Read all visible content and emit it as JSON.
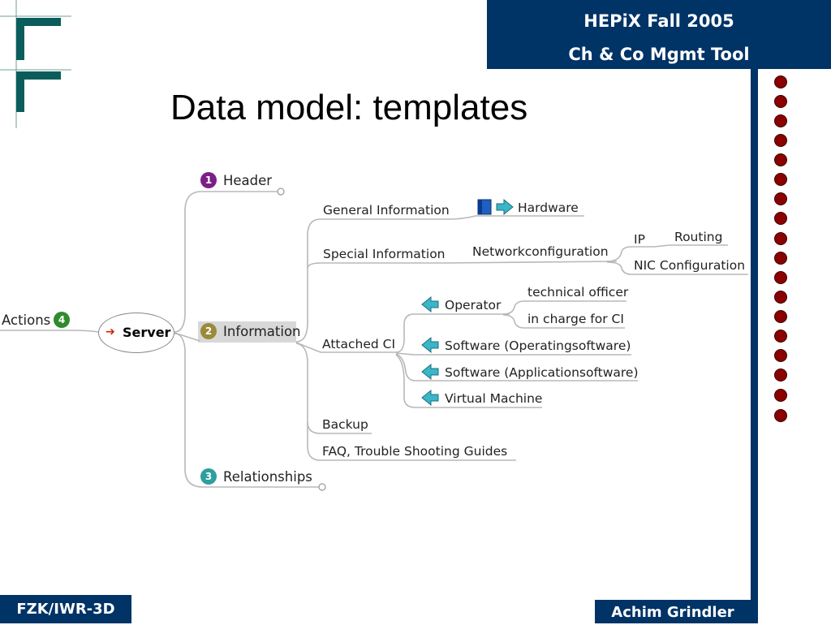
{
  "slide": {
    "header_line1": "HEPiX Fall 2005",
    "header_line2": "Ch & Co Mgmt Tool",
    "title": "Data model: templates",
    "footer_left": "FZK/IWR-3D",
    "footer_right": "Achim Grindler"
  },
  "colors": {
    "navy": "#003366",
    "dot_red": "#8b0000",
    "logo_teal": "#0b5d5b",
    "num_purple": "#7b1f87",
    "num_olive": "#9b8a3a",
    "num_teal": "#2f9e9e",
    "num_green": "#2e8b2e",
    "arrow_cyan": "#39b6c8"
  },
  "mindmap": {
    "root": "Server",
    "actions": {
      "label": "Actions",
      "number": "4"
    },
    "header": {
      "label": "Header",
      "number": "1"
    },
    "information": {
      "label": "Information",
      "number": "2"
    },
    "relationships": {
      "label": "Relationships",
      "number": "3"
    },
    "general_information": "General Information",
    "hardware": "Hardware",
    "special_information": "Special Information",
    "networkconfiguration": "Networkconfiguration",
    "ip": "IP",
    "routing": "Routing",
    "nic_configuration": "NIC Configuration",
    "attached_ci": "Attached CI",
    "operator": "Operator",
    "technical_officer": "technical officer",
    "in_charge_for_ci": "in charge for CI",
    "software_os": "Software (Operatingsoftware)",
    "software_app": "Software (Applicationsoftware)",
    "virtual_machine": "Virtual Machine",
    "backup": "Backup",
    "faq": "FAQ, Trouble Shooting Guides"
  }
}
